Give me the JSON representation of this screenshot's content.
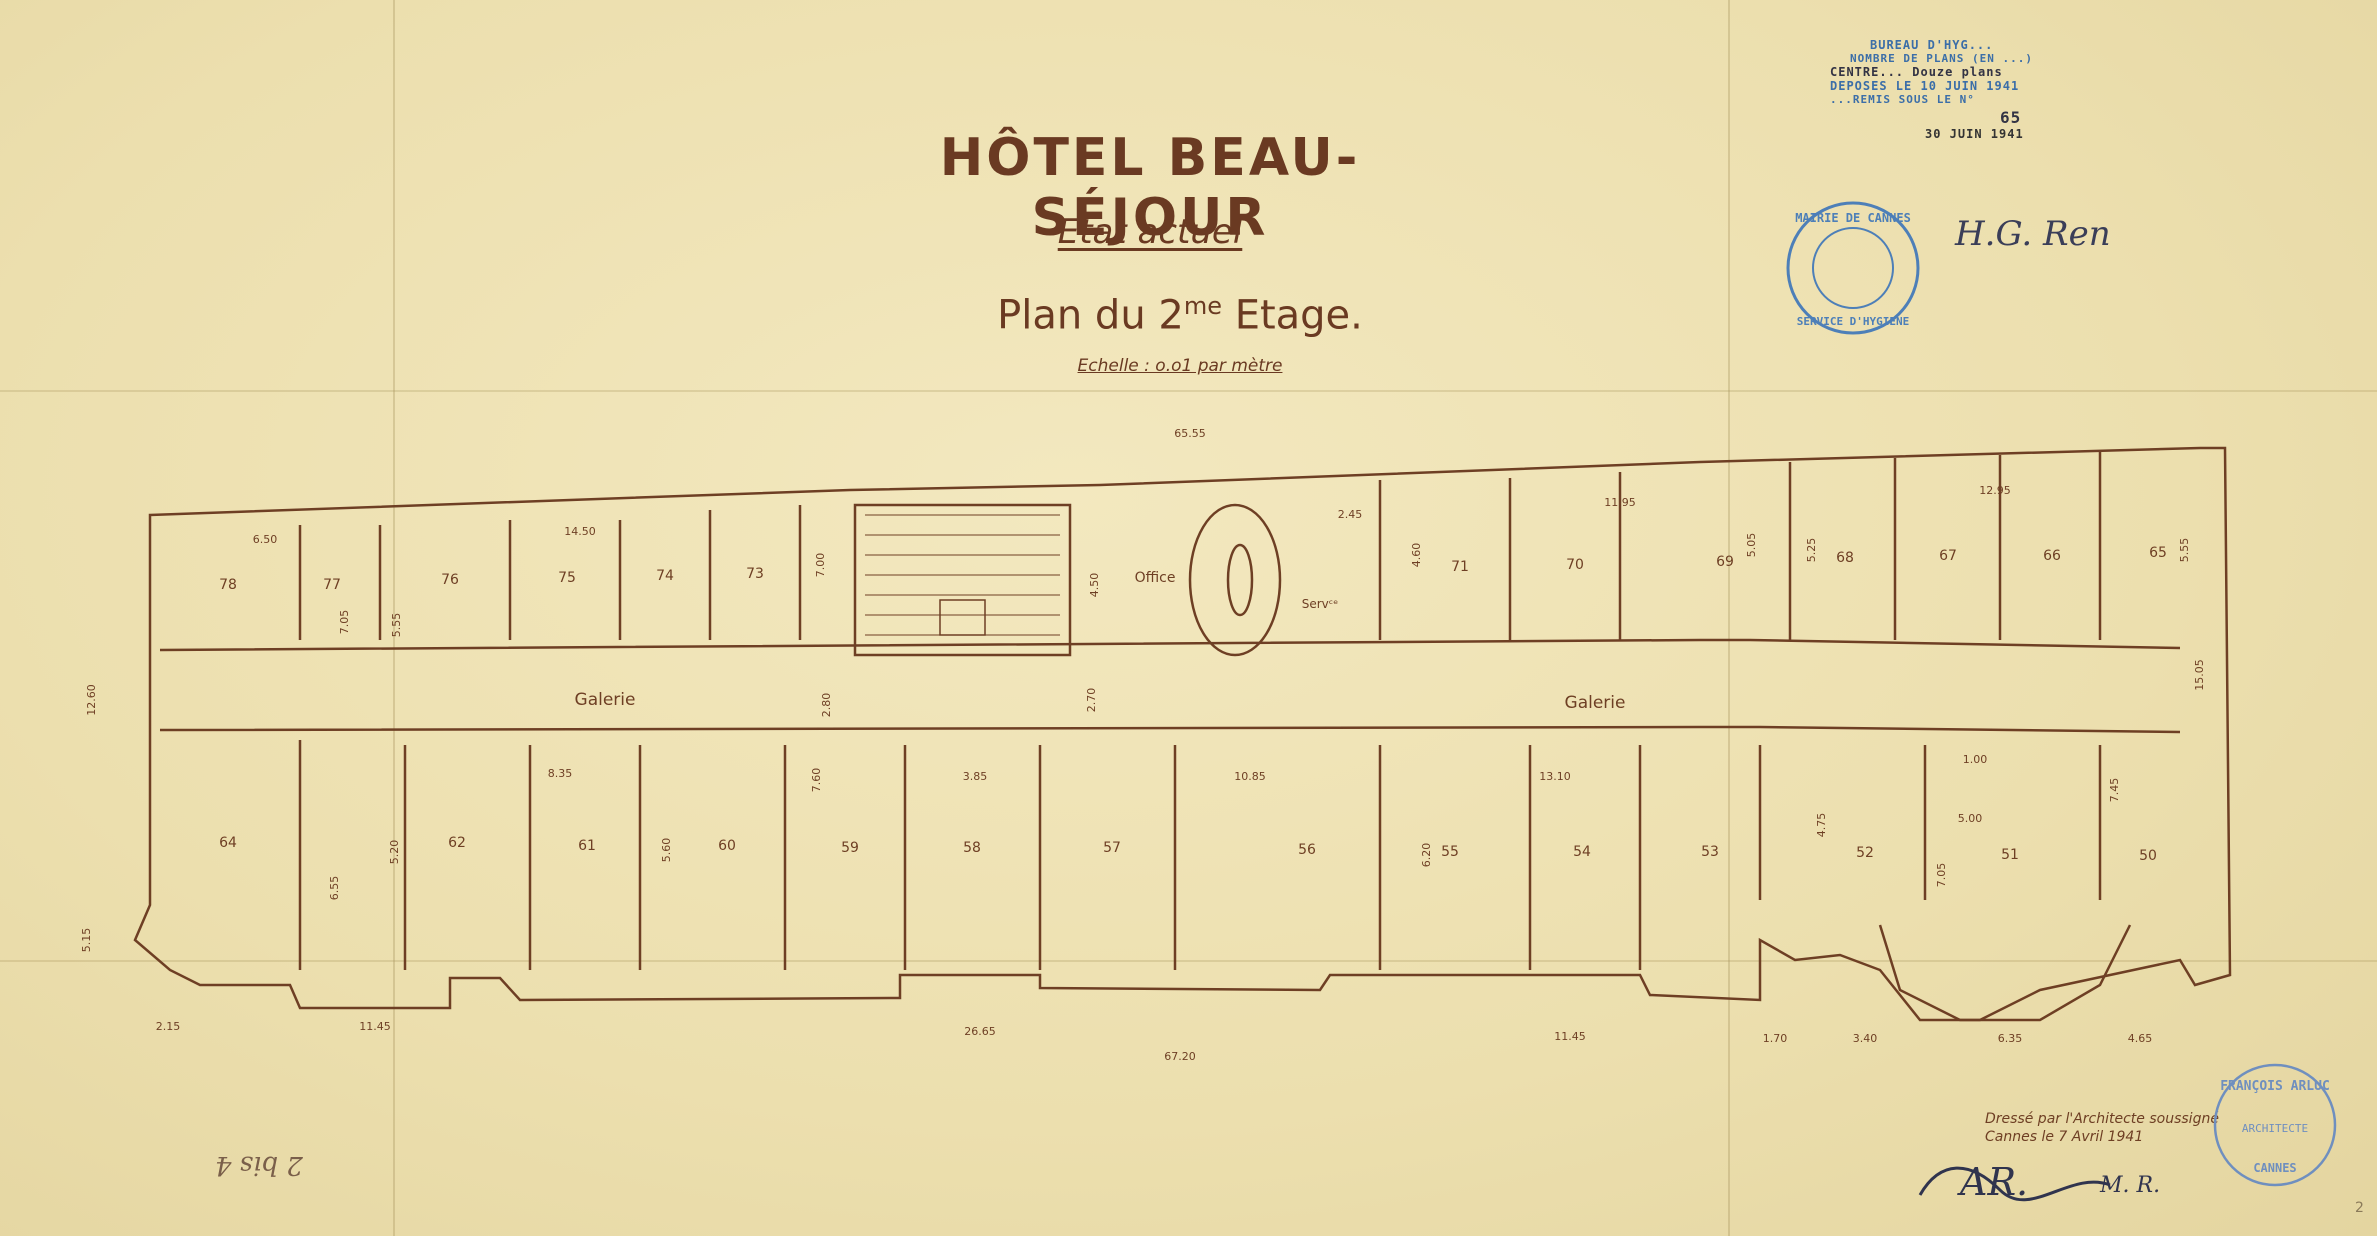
{
  "document": {
    "title": "HÔTEL BEAU-SÉJOUR",
    "subtitle": "Etat actuel",
    "plan_title_pre": "Plan du 2",
    "plan_title_sup": "me",
    "plan_title_post": " Etage.",
    "scale": "Echelle : o.o1 par mètre"
  },
  "stamp": {
    "line1": "BUREAU D'HYG...",
    "line2": "NOMBRE DE PLANS (EN ...)",
    "line3": "CENTRE...  Douze plans",
    "line4": "DEPOSES LE   10 JUIN 1941",
    "line5": "...REMIS SOUS LE N°",
    "number": "65",
    "date": "30 JUIN 1941",
    "round_top": "MAIRIE DE CANNES",
    "round_bottom": "SERVICE D'HYGIENE"
  },
  "architect_stamp": {
    "top": "FRANÇOIS ARLUC",
    "middle": "ARCHITECTE",
    "bottom": "CANNES"
  },
  "credit": {
    "line1": "Dressé par l'Architecte soussigné",
    "line2": "Cannes le 7 Avril 1941"
  },
  "labels": {
    "galerie_left": "Galerie",
    "galerie_right": "Galerie",
    "office": "Office",
    "service": "Servᶜᵉ"
  },
  "rooms_north": [
    "78",
    "77",
    "76",
    "75",
    "74",
    "73",
    "71",
    "70",
    "69",
    "68",
    "67",
    "66",
    "65"
  ],
  "rooms_south": [
    "64",
    "62",
    "61",
    "60",
    "59",
    "58",
    "57",
    "56",
    "55",
    "54",
    "53",
    "52",
    "51",
    "50"
  ],
  "dimensions": {
    "top_total": "65.55",
    "bottom_total": "67.20",
    "bottom_a": "2.15",
    "bottom_b": "11.45",
    "bottom_c": "26.65",
    "bottom_d": "11.45",
    "bottom_e": "1.70",
    "bottom_f": "3.40",
    "bottom_g": "6.35",
    "bottom_h": "4.65",
    "left_height": "12.60",
    "right_height": "15.05",
    "left_low": "5.15",
    "d_650": "6.50",
    "d_1450": "14.50",
    "d_1195": "11.95",
    "d_1295": "12.95",
    "d_835": "8.35",
    "d_385": "3.85",
    "d_1085": "10.85",
    "d_1310": "13.10",
    "d_100": "1.00",
    "d_500": "5.00",
    "d_280": "2.80",
    "d_270": "2.70",
    "d_245": "2.45",
    "d_460": "4.60",
    "d_505": "5.05",
    "d_525": "5.25",
    "d_555": "5.55",
    "d_700": "7.00",
    "d_705": "7.05",
    "d_760": "7.60",
    "d_745": "7.45",
    "d_705b": "7.05",
    "d_520": "5.20",
    "d_560": "5.60",
    "d_620": "6.20",
    "d_655": "6.55",
    "d_475": "4.75",
    "d_450": "4.50"
  },
  "signatures": {
    "top_right": "H.G. Ren",
    "bottom_a": "AR.",
    "bottom_b": "M. R."
  },
  "annotations": {
    "scribble": "2 bis 4",
    "corner": "2"
  }
}
